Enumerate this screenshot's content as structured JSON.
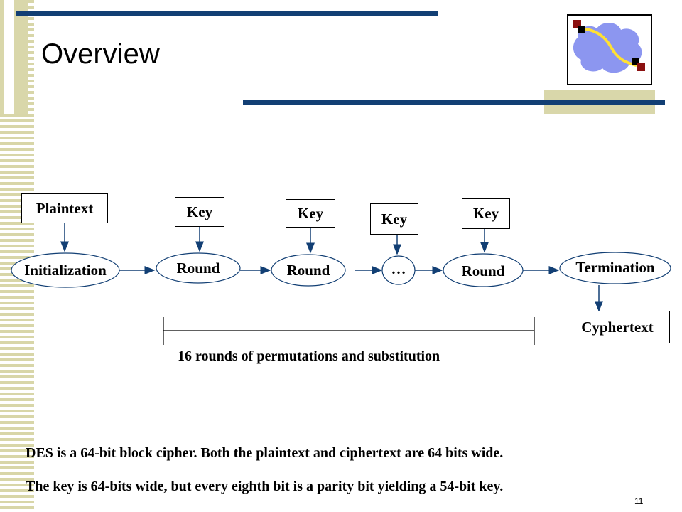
{
  "slide": {
    "title": "Overview",
    "page_number": "11"
  },
  "diagram": {
    "plaintext": "Plaintext",
    "keys": [
      "Key",
      "Key",
      "Key",
      "Key"
    ],
    "initialization": "Initialization",
    "rounds": [
      "Round",
      "Round",
      "…",
      "Round"
    ],
    "termination": "Termination",
    "cyphertext": "Cyphertext",
    "bracket_label": "16 rounds of permutations and substitution"
  },
  "notes": [
    "DES is a 64-bit block cipher. Both the plaintext and ciphertext are 64 bits wide.",
    "The key is 64-bits wide, but every eighth bit is a parity bit yielding a 54-bit key."
  ],
  "colors": {
    "accent_blue": "#123f74",
    "accent_tan": "#d9d7aa",
    "logo_cloud": "#8c96f0",
    "logo_line": "#ffe033",
    "logo_square": "#8b1010"
  }
}
